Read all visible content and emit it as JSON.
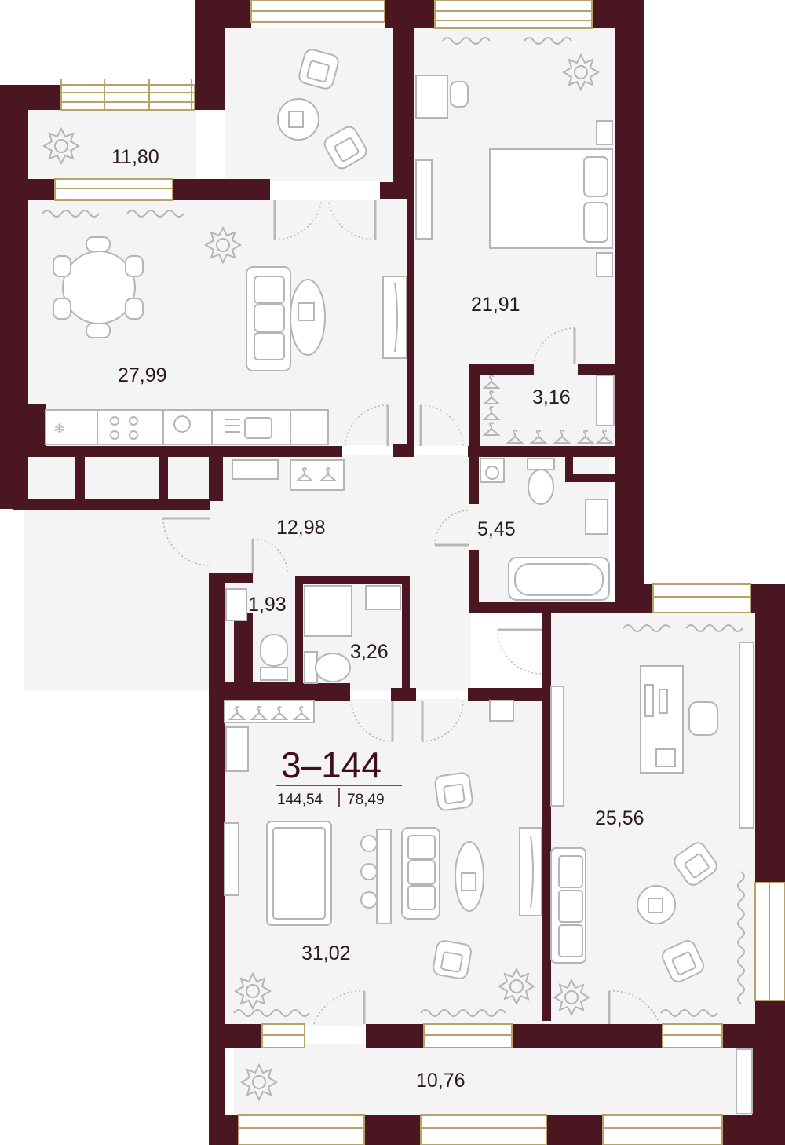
{
  "apartment": {
    "name": "3–144",
    "total_area": "144,54",
    "living_area": "78,49"
  },
  "rooms": [
    {
      "id": "balcony-top-left",
      "area": "11,80"
    },
    {
      "id": "kitchen-living",
      "area": "27,99"
    },
    {
      "id": "bedroom",
      "area": "21,91"
    },
    {
      "id": "wardrobe",
      "area": "3,16"
    },
    {
      "id": "hallway",
      "area": "12,98"
    },
    {
      "id": "bathroom",
      "area": "5,45"
    },
    {
      "id": "wc",
      "area": "1,93"
    },
    {
      "id": "shower-room",
      "area": "3,26"
    },
    {
      "id": "living-room",
      "area": "31,02"
    },
    {
      "id": "study",
      "area": "25,56"
    },
    {
      "id": "balcony-bottom",
      "area": "10,76"
    }
  ],
  "colors": {
    "wall": "#4a1621",
    "floor": "#f4f4f4",
    "furniture_stroke": "#b5b5b5",
    "window_frame": "#b9a26a",
    "text": "#2a1a20"
  }
}
